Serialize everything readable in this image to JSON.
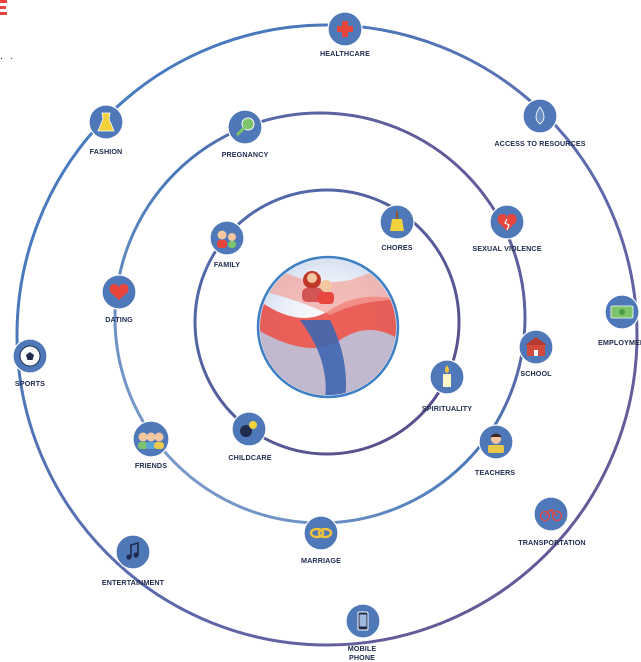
{
  "colors": {
    "node_fill": "#4f78b8",
    "ring_blue": "#3f7fc4",
    "ring_purple": "#6b4f8c",
    "accent_red": "#e8453c",
    "label": "#1f2b4d"
  },
  "header": {
    "dots": ". ."
  },
  "center": {
    "icon": "family-weaving-center-image"
  },
  "rings": [
    {
      "name": "inner-ring",
      "nodes": [
        {
          "id": "chores",
          "label": "CHORES",
          "icon": "broom-icon"
        },
        {
          "id": "spirituality",
          "label": "SPIRITUALITY",
          "icon": "candle-icon"
        },
        {
          "id": "childcare",
          "label": "CHILDCARE",
          "icon": "pacifier-icon"
        },
        {
          "id": "family",
          "label": "FAMILY",
          "icon": "family-icon"
        }
      ]
    },
    {
      "name": "middle-ring",
      "nodes": [
        {
          "id": "pregnancy",
          "label": "PREGNANCY",
          "icon": "rattle-icon"
        },
        {
          "id": "sexual-violence",
          "label": "SEXUAL VIOLENCE",
          "icon": "broken-heart-icon"
        },
        {
          "id": "school",
          "label": "SCHOOL",
          "icon": "schoolhouse-icon"
        },
        {
          "id": "teachers",
          "label": "TEACHERS",
          "icon": "teacher-icon"
        },
        {
          "id": "marriage",
          "label": "MARRIAGE",
          "icon": "rings-icon"
        },
        {
          "id": "friends",
          "label": "FRIENDS",
          "icon": "friends-icon"
        },
        {
          "id": "dating",
          "label": "DATING",
          "icon": "heart-icon"
        }
      ]
    },
    {
      "name": "outer-ring",
      "nodes": [
        {
          "id": "healthcare",
          "label": "HEALTHCARE",
          "icon": "medical-cross-icon"
        },
        {
          "id": "access-to-resources",
          "label": "ACCESS TO RESOURCES",
          "icon": "water-drop-icon"
        },
        {
          "id": "employment",
          "label": "EMPLOYMENT",
          "icon": "money-icon"
        },
        {
          "id": "transportation",
          "label": "TRANSPORTATION",
          "icon": "bicycle-icon"
        },
        {
          "id": "mobile-phone",
          "label": "MOBILE",
          "label2": "PHONE",
          "icon": "mobile-phone-icon"
        },
        {
          "id": "entertainment",
          "label": "ENTERTAINMENT",
          "icon": "music-note-icon"
        },
        {
          "id": "sports",
          "label": "SPORTS",
          "icon": "soccer-ball-icon"
        },
        {
          "id": "fashion",
          "label": "FASHION",
          "icon": "dress-icon"
        }
      ]
    }
  ]
}
